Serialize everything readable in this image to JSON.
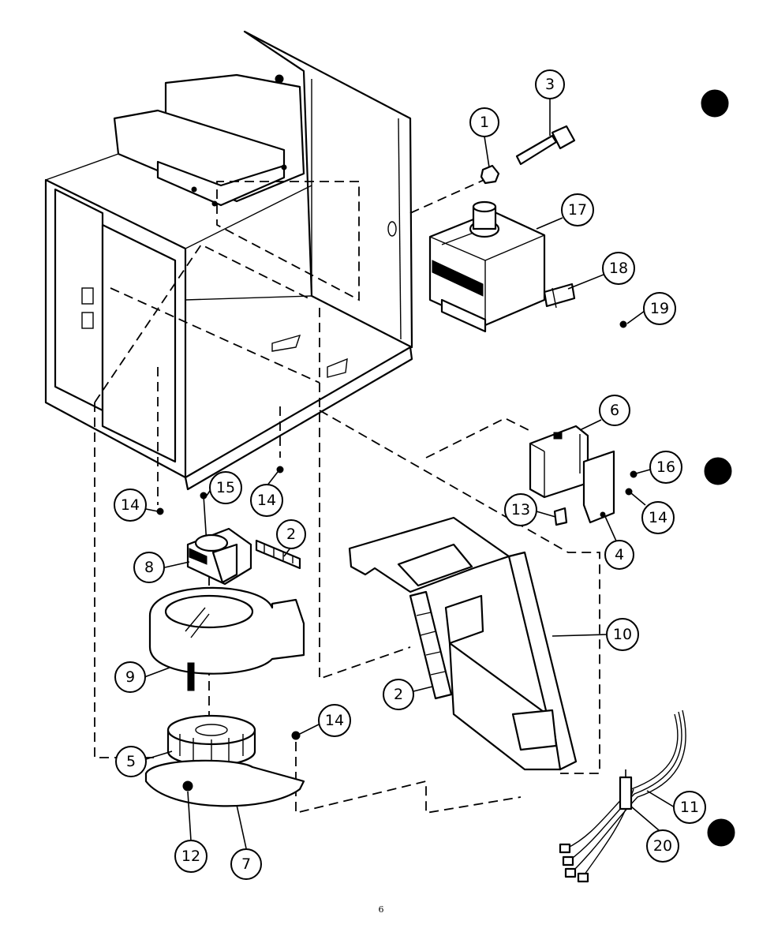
{
  "page_number": "6",
  "callouts": [
    {
      "id": "c1",
      "label": "1"
    },
    {
      "id": "c3",
      "label": "3"
    },
    {
      "id": "c17",
      "label": "17"
    },
    {
      "id": "c18",
      "label": "18"
    },
    {
      "id": "c19",
      "label": "19"
    },
    {
      "id": "c6",
      "label": "6"
    },
    {
      "id": "c16",
      "label": "16"
    },
    {
      "id": "c14a",
      "label": "14"
    },
    {
      "id": "c13",
      "label": "13"
    },
    {
      "id": "c4",
      "label": "4"
    },
    {
      "id": "c14b",
      "label": "14"
    },
    {
      "id": "c15",
      "label": "15"
    },
    {
      "id": "c14c",
      "label": "14"
    },
    {
      "id": "c2a",
      "label": "2"
    },
    {
      "id": "c8",
      "label": "8"
    },
    {
      "id": "c10",
      "label": "10"
    },
    {
      "id": "c9",
      "label": "9"
    },
    {
      "id": "c2b",
      "label": "2"
    },
    {
      "id": "c14d",
      "label": "14"
    },
    {
      "id": "c5",
      "label": "5"
    },
    {
      "id": "c11",
      "label": "11"
    },
    {
      "id": "c20",
      "label": "20"
    },
    {
      "id": "c12",
      "label": "12"
    },
    {
      "id": "c7",
      "label": "7"
    }
  ]
}
